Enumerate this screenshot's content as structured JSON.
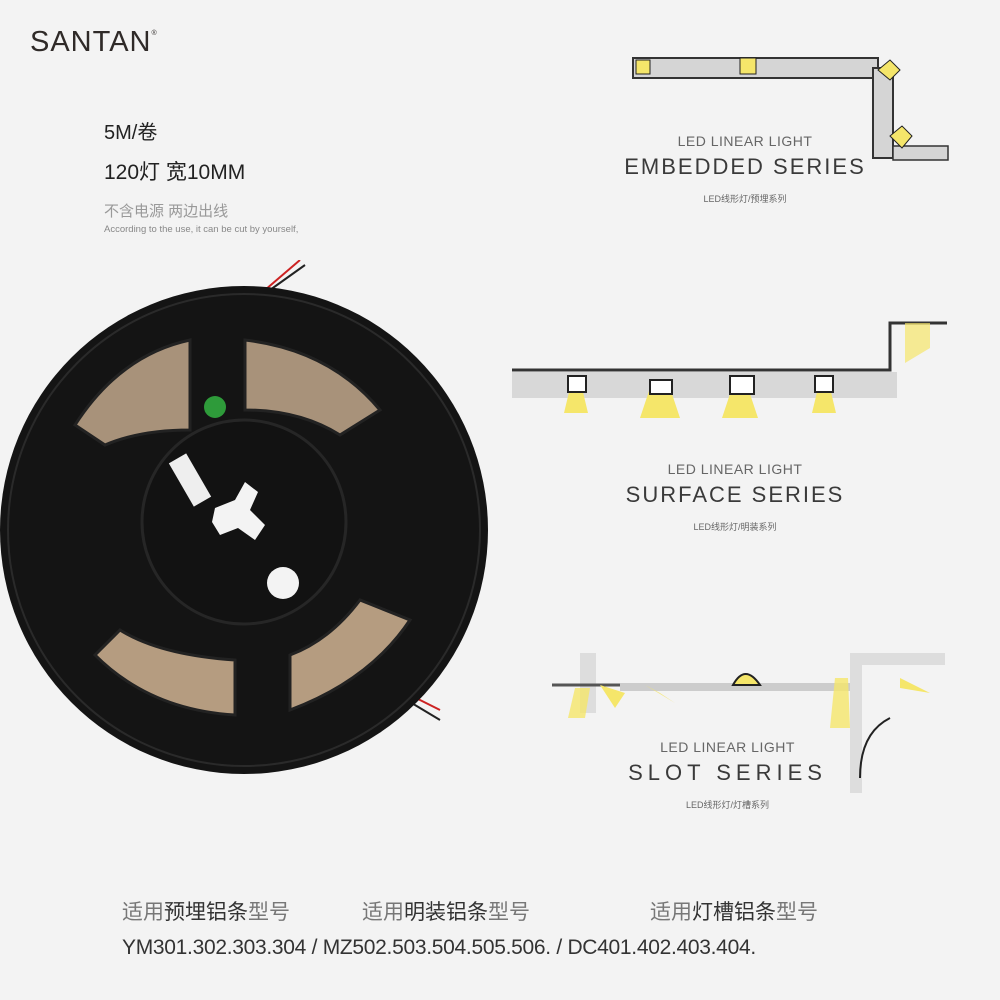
{
  "brand": {
    "logo": "SANTAN",
    "registered": "®"
  },
  "specs": {
    "length": "5M/卷",
    "leds_width": "120灯 宽10MM",
    "note_cn": "不含电源 两边出线",
    "note_en": "According to the use, it can be cut by yourself,"
  },
  "series": [
    {
      "label": "LED LINEAR LIGHT",
      "title": "EMBEDDED SERIES",
      "cn": "LED线形灯/预埋系列"
    },
    {
      "label": "LED LINEAR LIGHT",
      "title": "SURFACE SERIES",
      "cn": "LED线形灯/明装系列"
    },
    {
      "label": "LED LINEAR LIGHT",
      "title": "SLOT SERIES",
      "cn": "LED线形灯/灯槽系列"
    }
  ],
  "models": [
    {
      "prefix": "适用",
      "type": "预埋铝条",
      "suffix": "型号",
      "codes": "YM301.302.303.304"
    },
    {
      "prefix": "适用",
      "type": "明装铝条",
      "suffix": "型号",
      "codes": "MZ502.503.504.505.506."
    },
    {
      "prefix": "适用",
      "type": "灯槽铝条",
      "suffix": "型号",
      "codes": "DC401.402.403.404."
    }
  ],
  "separator": "/",
  "colors": {
    "background": "#f3f3f3",
    "reel": "#151515",
    "strip": "#a8927a",
    "light": "#f5e66a"
  }
}
